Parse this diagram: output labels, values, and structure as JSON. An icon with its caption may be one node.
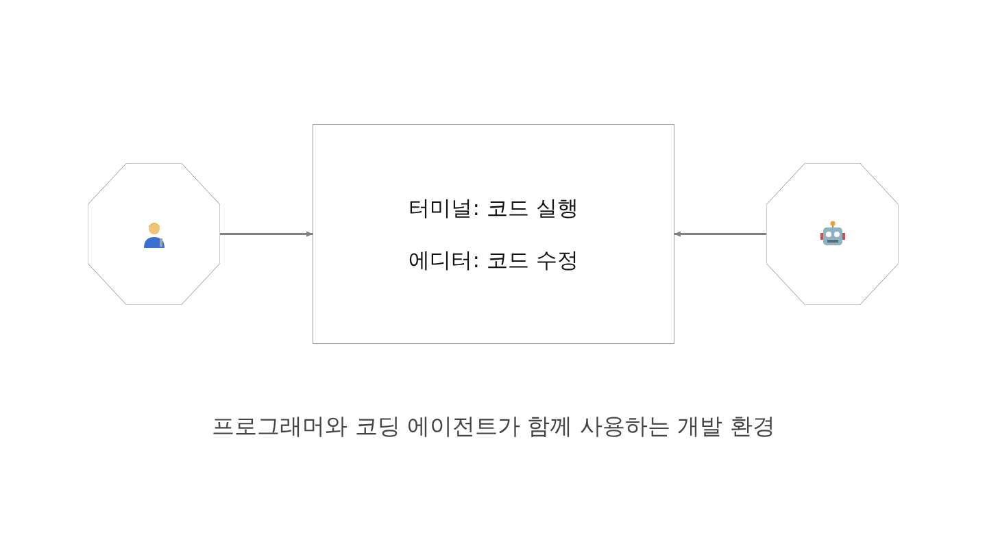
{
  "diagram": {
    "caption": "프로그래머와 코딩 에이전트가 함께 사용하는 개발 환경",
    "nodes": [
      {
        "text": [],
        "shape": "octagon"
      },
      {
        "text": [
          "터미널: 코드 실행",
          "에디터: 코드 수정"
        ]
      },
      {
        "text": [],
        "shape": "octagon"
      }
    ],
    "edges": [
      {
        "from": 0,
        "to": 1,
        "arrow": "to"
      },
      {
        "from": 2,
        "to": 1,
        "arrow": "to"
      }
    ]
  }
}
